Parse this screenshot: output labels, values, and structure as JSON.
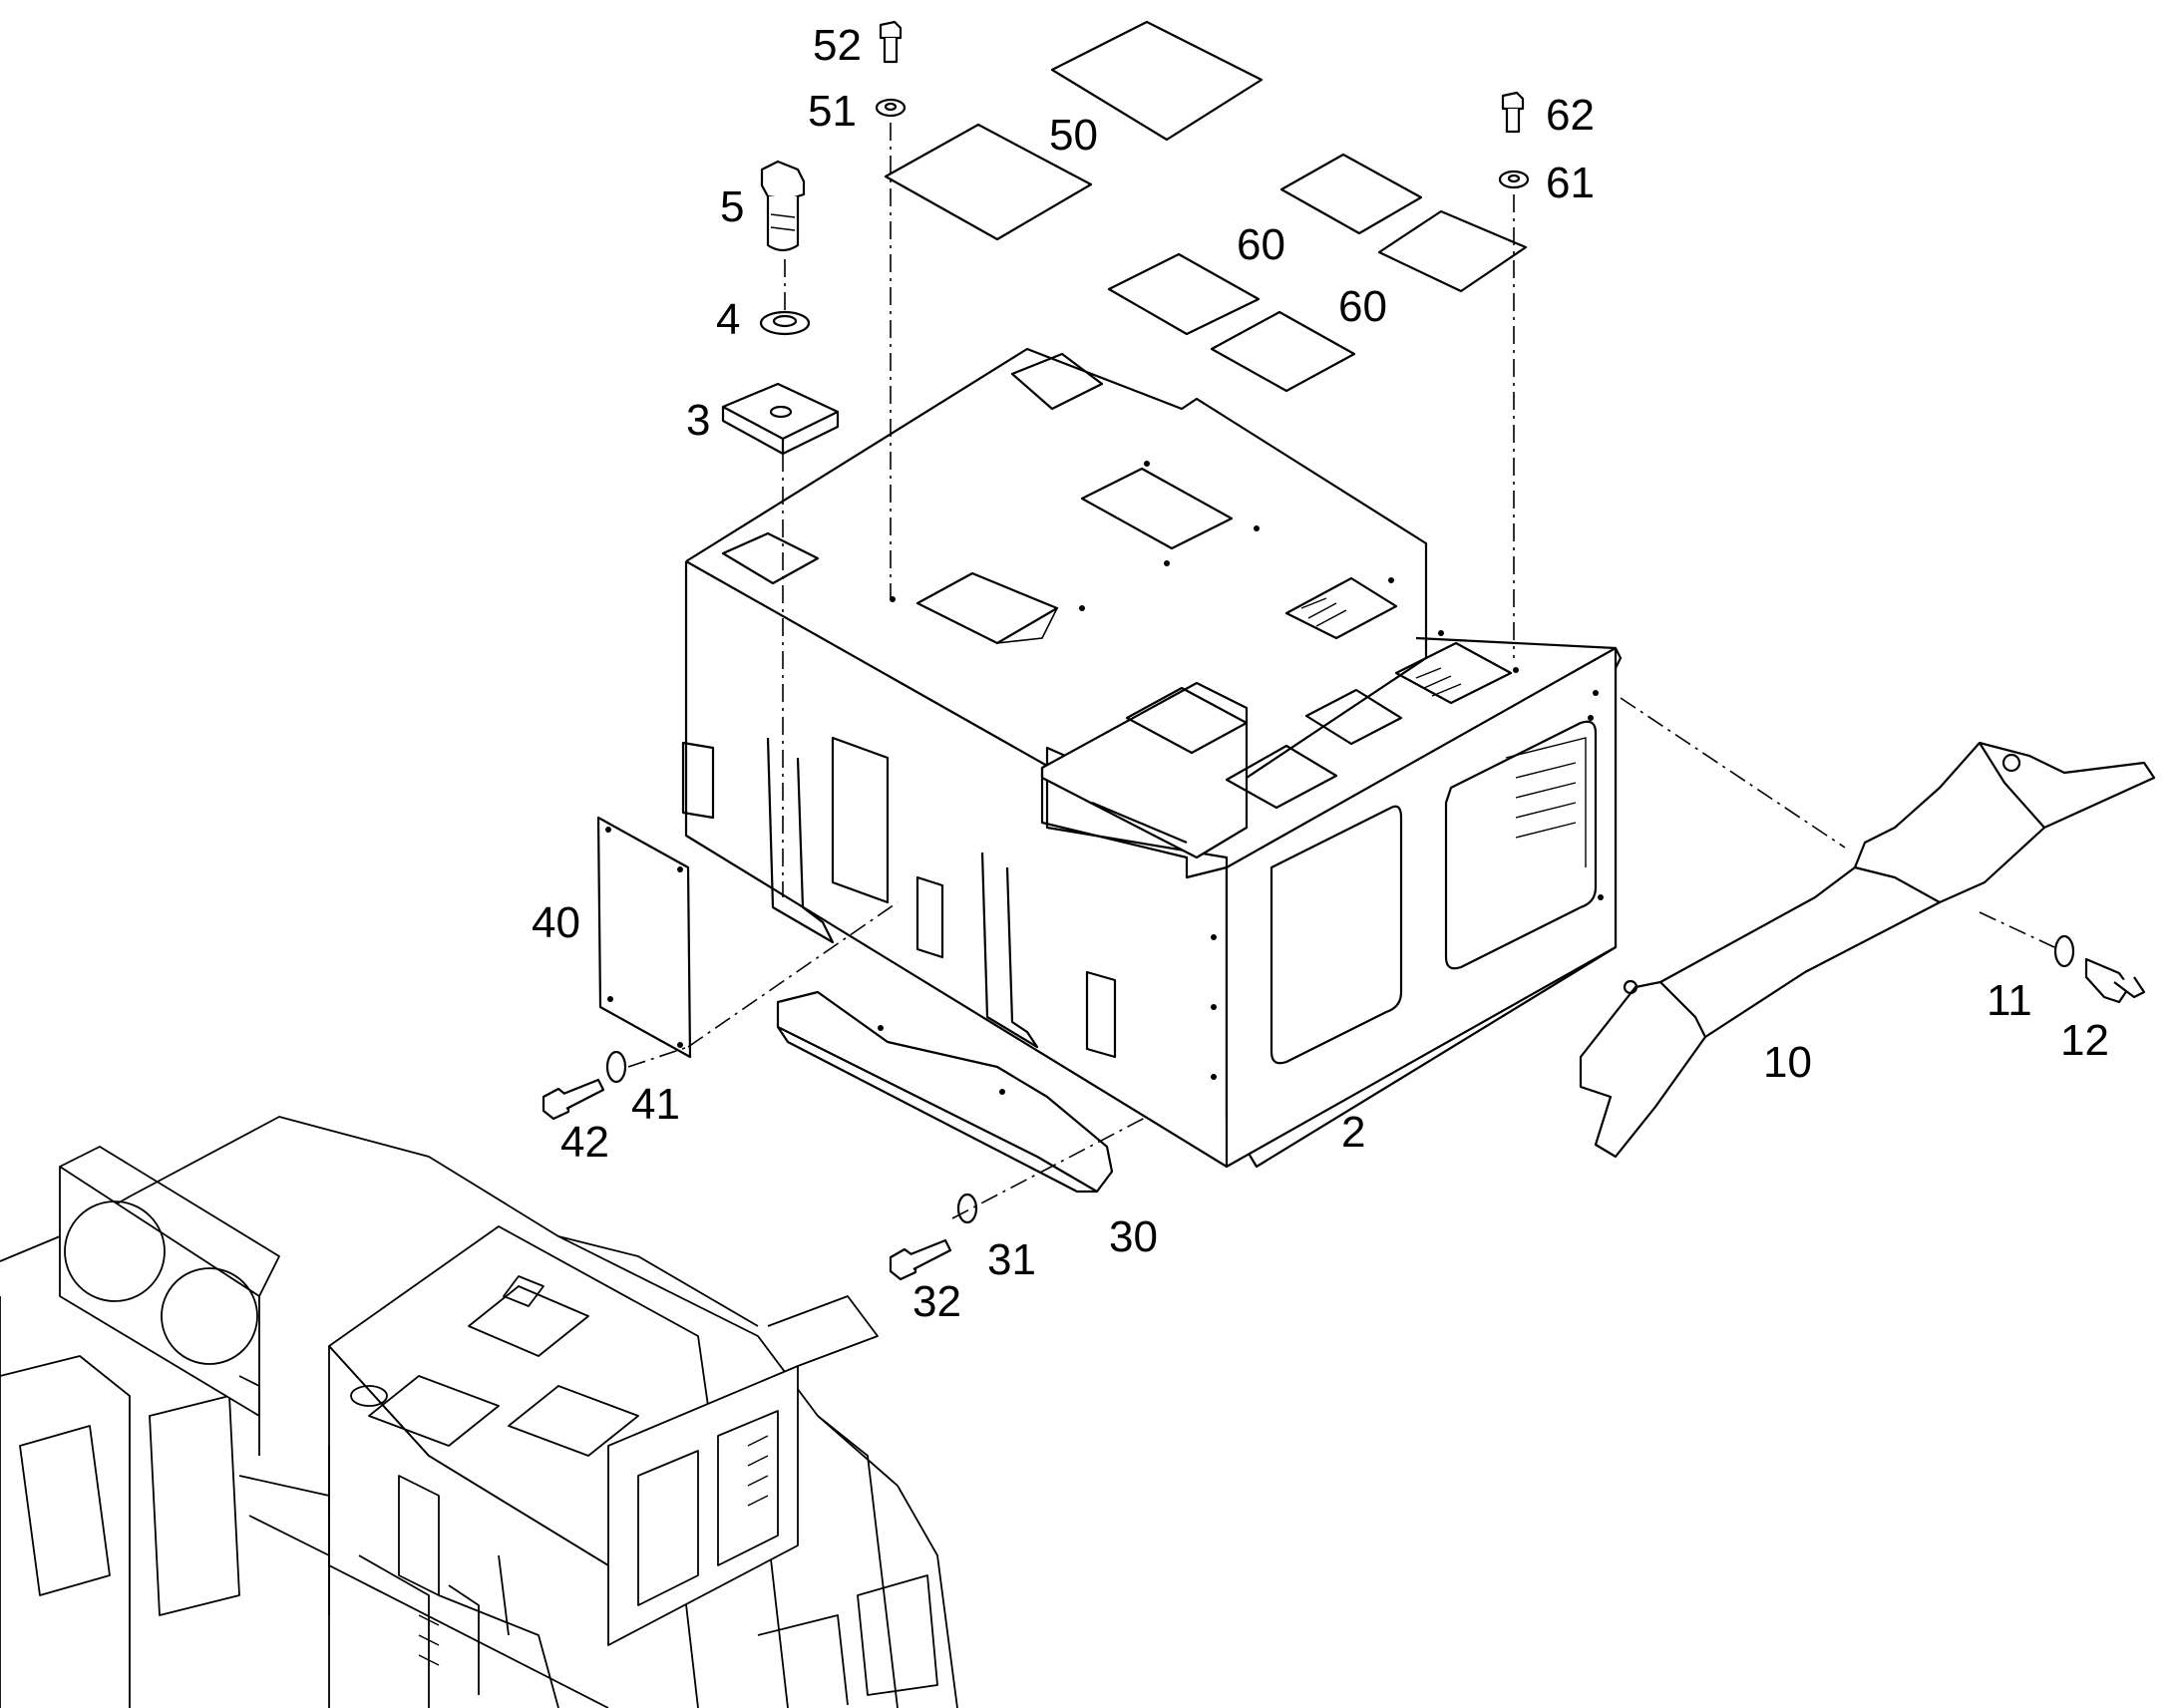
{
  "callouts": {
    "c2": "2",
    "c3": "3",
    "c4": "4",
    "c5": "5",
    "c10": "10",
    "c11": "11",
    "c12": "12",
    "c30": "30",
    "c31": "31",
    "c32": "32",
    "c40": "40",
    "c41": "41",
    "c42": "42",
    "c50": "50",
    "c51": "51",
    "c52": "52",
    "c60a": "60",
    "c60b": "60",
    "c61": "61",
    "c62": "62"
  },
  "colors": {
    "line": "#000000",
    "background": "#ffffff"
  }
}
